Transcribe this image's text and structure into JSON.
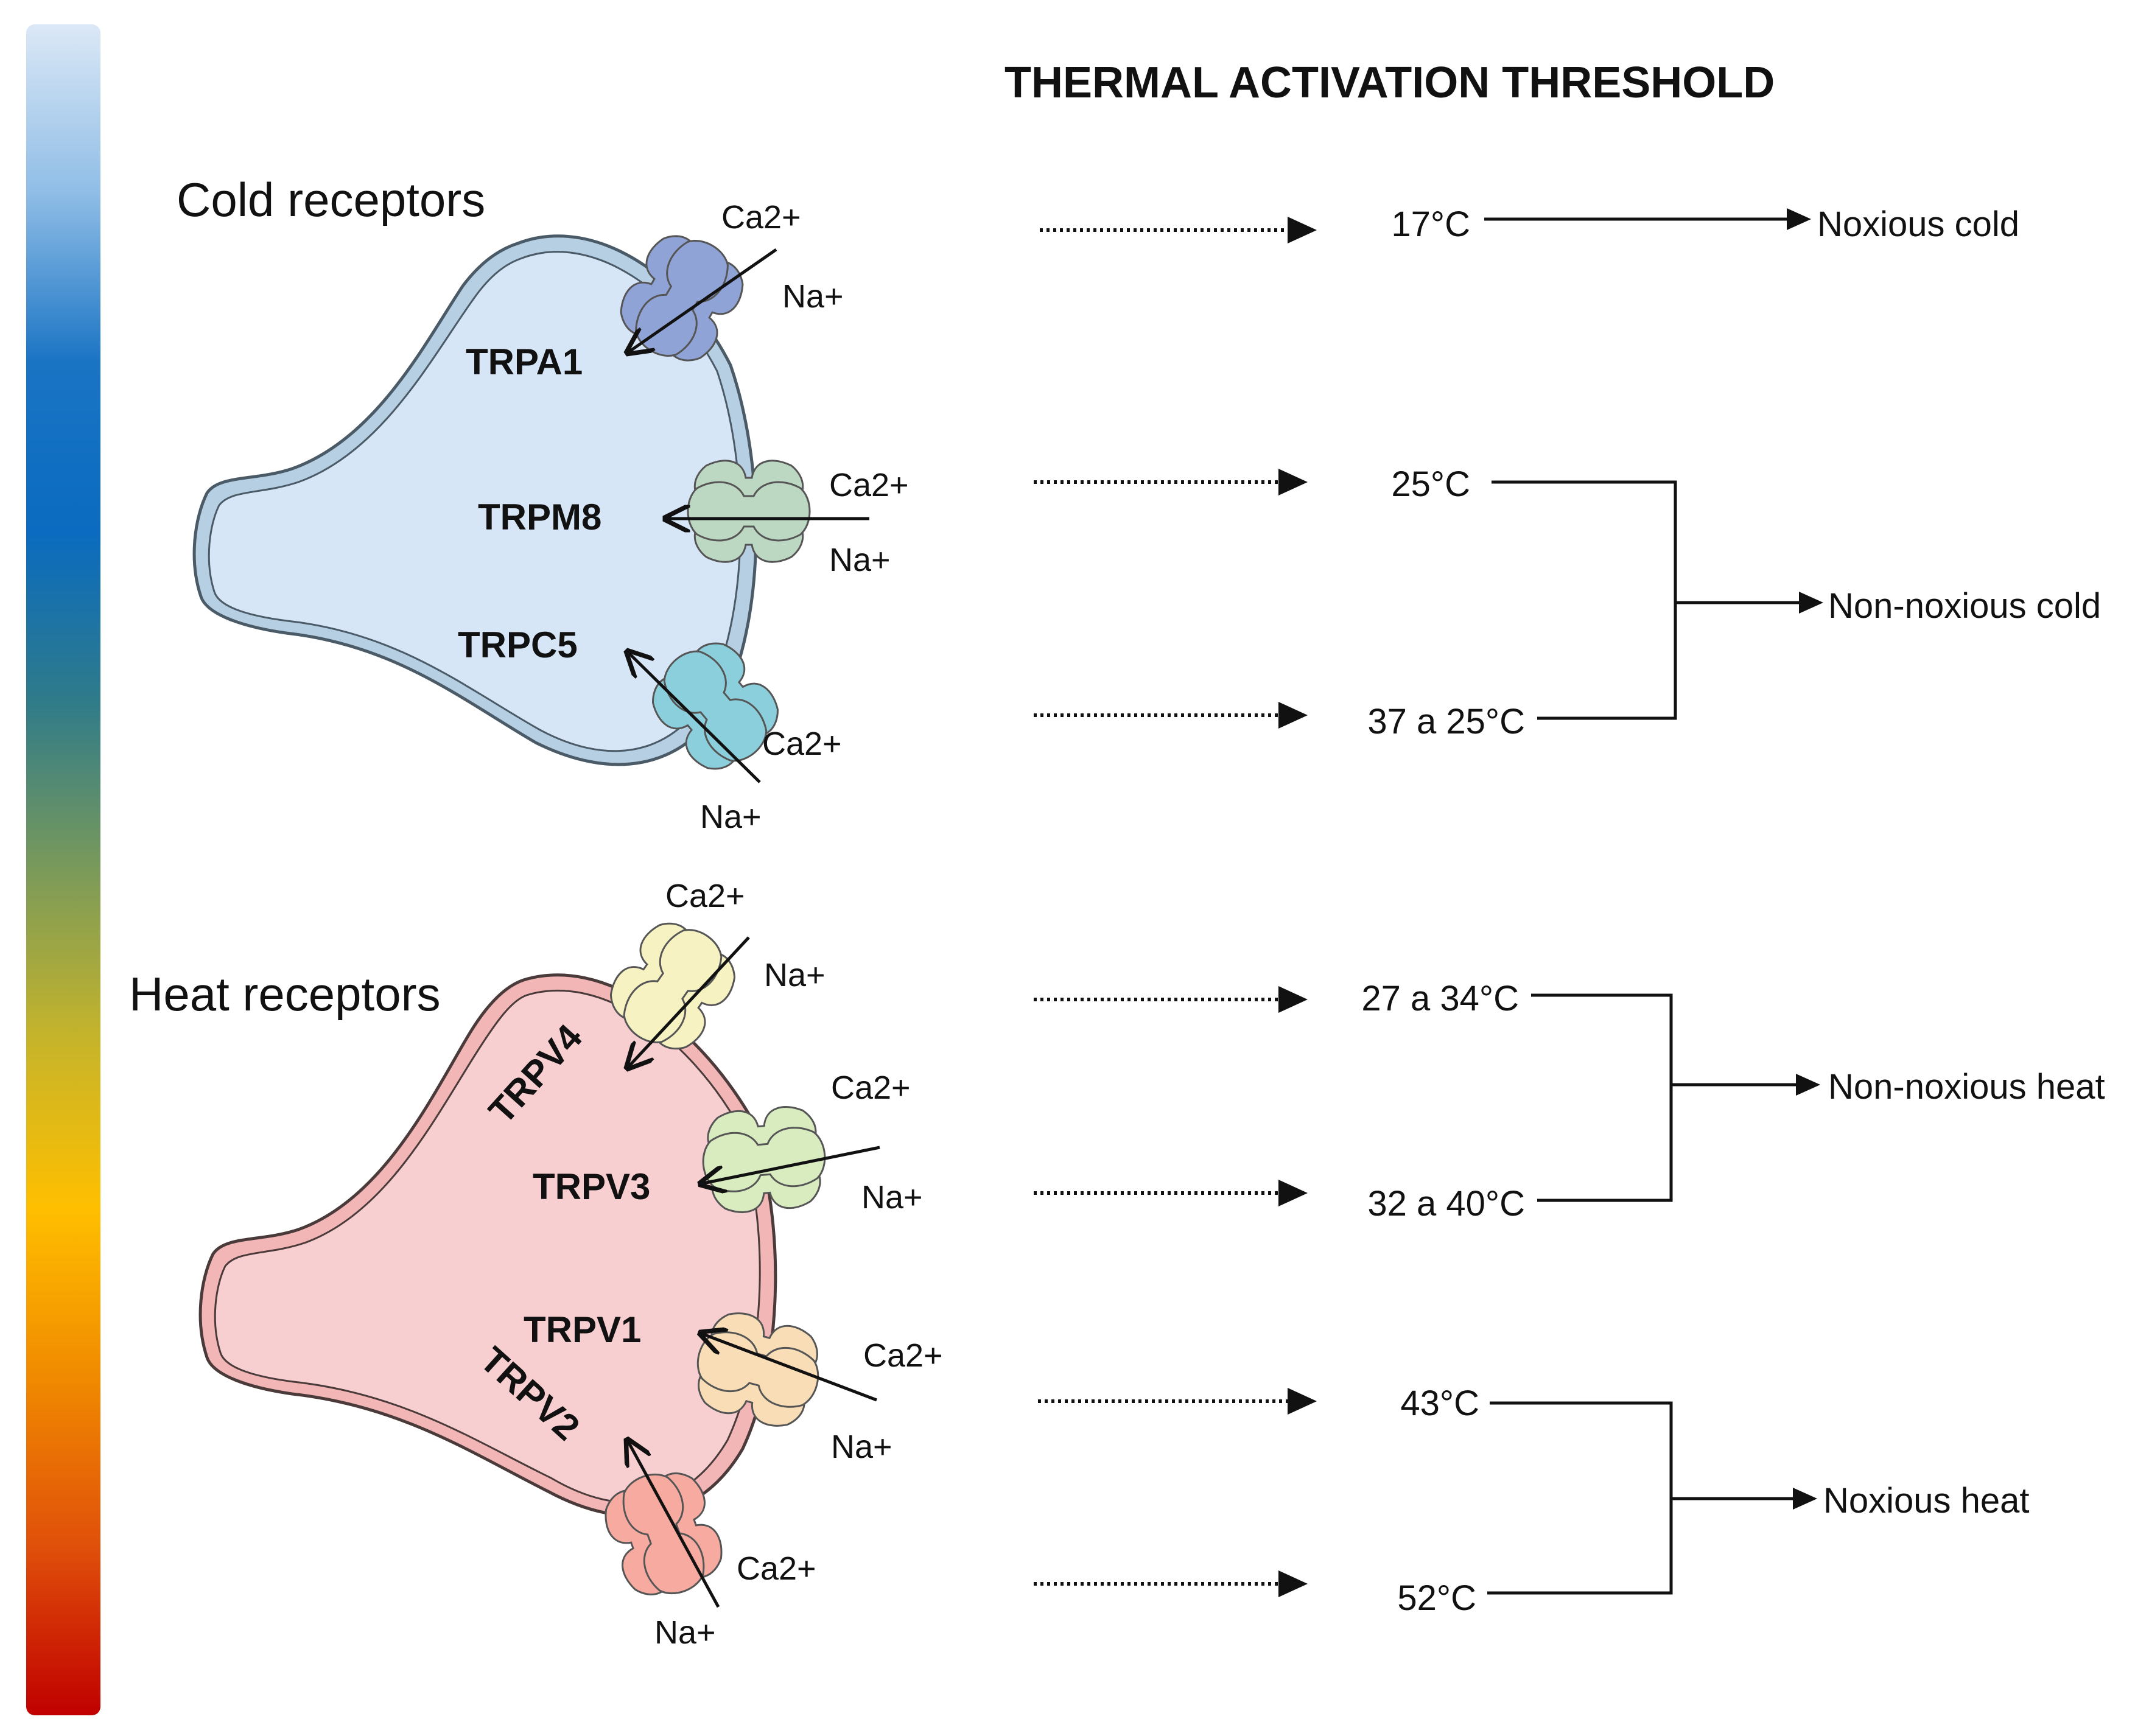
{
  "title": "THERMAL ACTIVATION THRESHOLD",
  "groups": {
    "cold": {
      "label": "Cold receptors",
      "color": "#1f77b4",
      "cell_fill": "#d6e6f7",
      "cell_stroke": "#4a5a66",
      "membrane_fill": "#b6cfe3"
    },
    "heat": {
      "label": "Heat receptors",
      "color": "#ee1c1c",
      "cell_fill": "#f8cfd0",
      "cell_stroke": "#4a3a3a",
      "membrane_fill": "#f2b6b6"
    }
  },
  "gradient": {
    "stops": [
      "#dbe8f6",
      "#8fbde6",
      "#1a74c4",
      "#0a6bc0",
      "#2f7b8a",
      "#7a9a5a",
      "#c6b42a",
      "#ffbf00",
      "#f08a00",
      "#e0500a",
      "#c00000"
    ]
  },
  "channels": [
    {
      "name": "TRPA1",
      "ion_top": "Ca2+",
      "ion_bottom": "Na+",
      "color": "#8fa3d6",
      "threshold": "17°C"
    },
    {
      "name": "TRPM8",
      "ion_top": "Ca2+",
      "ion_bottom": "Na+",
      "color": "#bcd8c2",
      "threshold": "25°C"
    },
    {
      "name": "TRPC5",
      "ion_top": "Ca2+",
      "ion_bottom": "Na+",
      "color": "#8ccfdc",
      "threshold": "37 a 25°C"
    },
    {
      "name": "TRPV4",
      "ion_top": "Ca2+",
      "ion_bottom": "Na+",
      "color": "#f6f2c2",
      "threshold": "27 a 34°C"
    },
    {
      "name": "TRPV3",
      "ion_top": "Ca2+",
      "ion_bottom": "Na+",
      "color": "#d9ecc0",
      "threshold": "32 a 40°C"
    },
    {
      "name": "TRPV1",
      "ion_top": "Ca2+",
      "ion_bottom": "Na+",
      "color": "#f8ddb6",
      "threshold": "43°C"
    },
    {
      "name": "TRPV2",
      "ion_top": "Ca2+",
      "ion_bottom": "Na+",
      "color": "#f6aaa0",
      "threshold": "52°C"
    }
  ],
  "categories": [
    {
      "label": "Noxious cold"
    },
    {
      "label": "Non-noxious cold"
    },
    {
      "label": "Non-noxious heat"
    },
    {
      "label": "Noxious heat"
    }
  ]
}
